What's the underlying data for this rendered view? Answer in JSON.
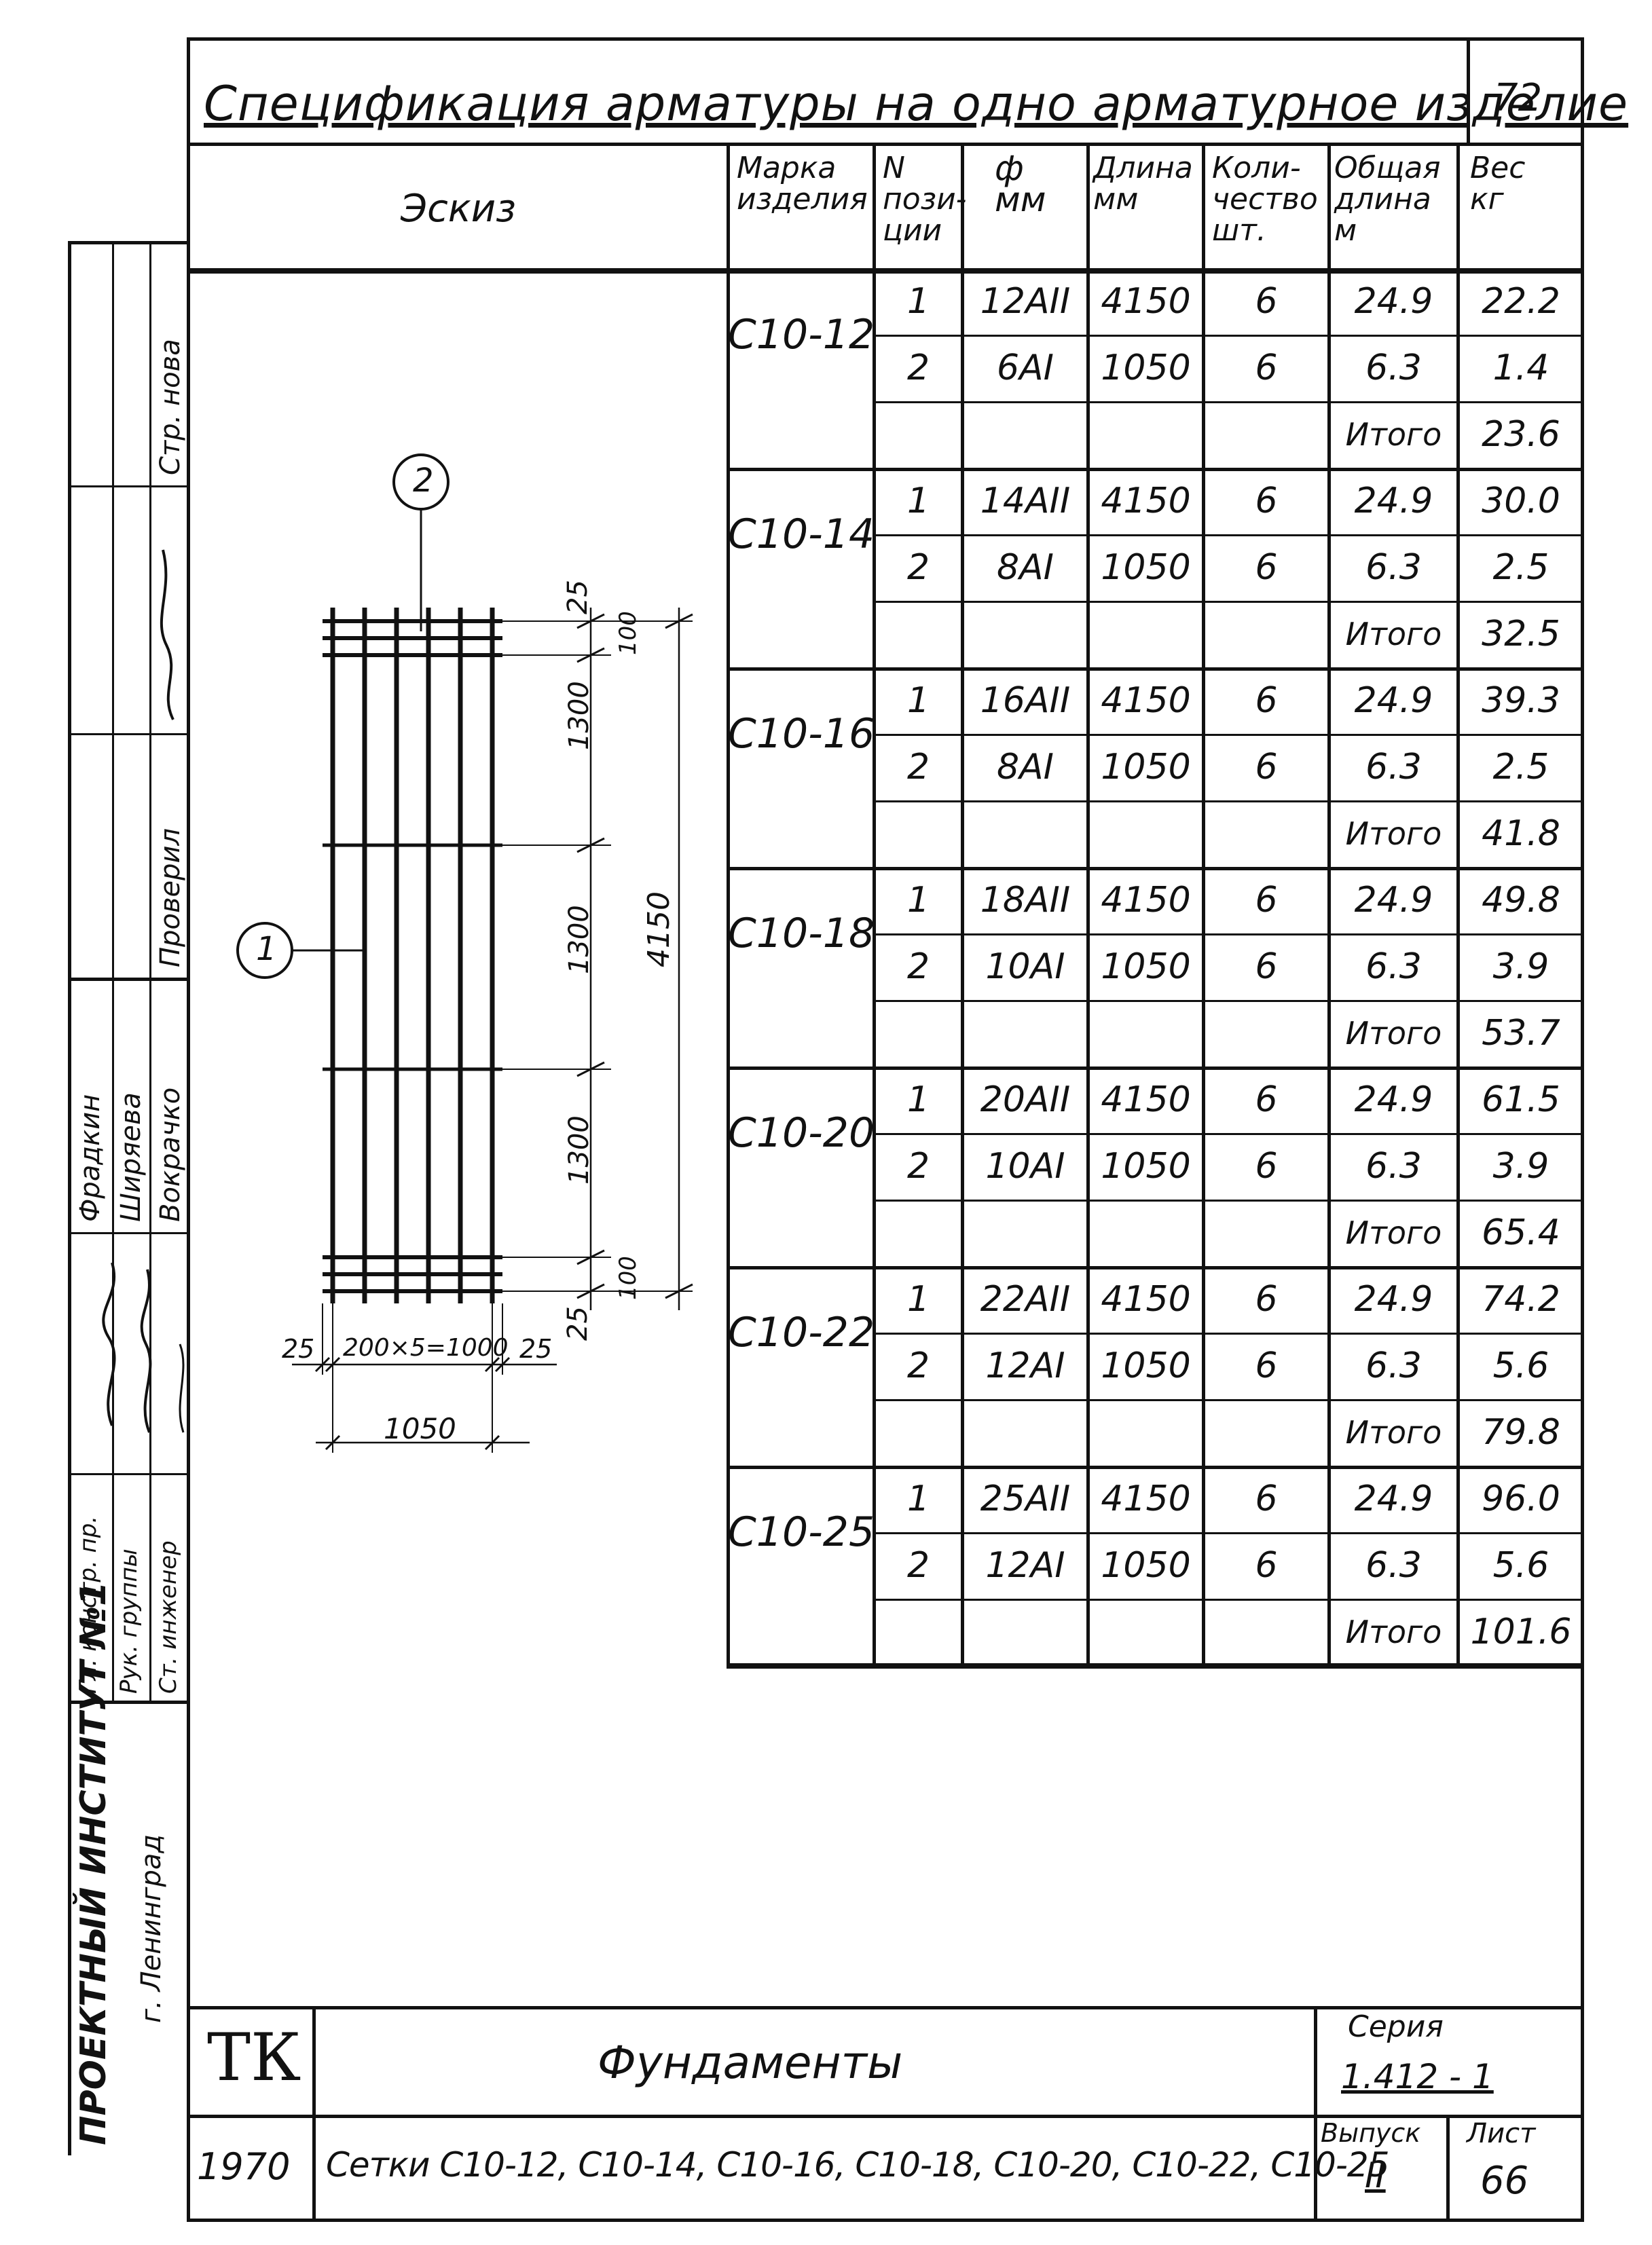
{
  "title": "Спецификация арматуры на одно арматурное изделие",
  "page_corner": "72",
  "header": {
    "sketch": "Эскиз",
    "mark": "Марка\nизделия",
    "position": "N\nпози-\nции",
    "diameter": "ф\nмм",
    "length": "Длина\nмм",
    "quantity": "Коли-\nчество\nшт.",
    "total_length": "Общая\nдлина\nм",
    "weight": "Вес\nкг"
  },
  "products": [
    {
      "mark": "С10-12",
      "rows": [
        {
          "pos": "1",
          "dia": "12АII",
          "len": "4150",
          "qty": "6",
          "total": "24.9",
          "w": "22.2"
        },
        {
          "pos": "2",
          "dia": "6АI",
          "len": "1050",
          "qty": "6",
          "total": "6.3",
          "w": "1.4"
        }
      ],
      "sum_label": "Итого",
      "sum": "23.6"
    },
    {
      "mark": "С10-14",
      "rows": [
        {
          "pos": "1",
          "dia": "14АII",
          "len": "4150",
          "qty": "6",
          "total": "24.9",
          "w": "30.0"
        },
        {
          "pos": "2",
          "dia": "8АI",
          "len": "1050",
          "qty": "6",
          "total": "6.3",
          "w": "2.5"
        }
      ],
      "sum_label": "Итого",
      "sum": "32.5"
    },
    {
      "mark": "С10-16",
      "rows": [
        {
          "pos": "1",
          "dia": "16АII",
          "len": "4150",
          "qty": "6",
          "total": "24.9",
          "w": "39.3"
        },
        {
          "pos": "2",
          "dia": "8АI",
          "len": "1050",
          "qty": "6",
          "total": "6.3",
          "w": "2.5"
        }
      ],
      "sum_label": "Итого",
      "sum": "41.8"
    },
    {
      "mark": "С10-18",
      "rows": [
        {
          "pos": "1",
          "dia": "18АII",
          "len": "4150",
          "qty": "6",
          "total": "24.9",
          "w": "49.8"
        },
        {
          "pos": "2",
          "dia": "10АI",
          "len": "1050",
          "qty": "6",
          "total": "6.3",
          "w": "3.9"
        }
      ],
      "sum_label": "Итого",
      "sum": "53.7"
    },
    {
      "mark": "С10-20",
      "rows": [
        {
          "pos": "1",
          "dia": "20АII",
          "len": "4150",
          "qty": "6",
          "total": "24.9",
          "w": "61.5"
        },
        {
          "pos": "2",
          "dia": "10АI",
          "len": "1050",
          "qty": "6",
          "total": "6.3",
          "w": "3.9"
        }
      ],
      "sum_label": "Итого",
      "sum": "65.4"
    },
    {
      "mark": "С10-22",
      "rows": [
        {
          "pos": "1",
          "dia": "22АII",
          "len": "4150",
          "qty": "6",
          "total": "24.9",
          "w": "74.2"
        },
        {
          "pos": "2",
          "dia": "12АI",
          "len": "1050",
          "qty": "6",
          "total": "6.3",
          "w": "5.6"
        }
      ],
      "sum_label": "Итого",
      "sum": "79.8"
    },
    {
      "mark": "С10-25",
      "rows": [
        {
          "pos": "1",
          "dia": "25АII",
          "len": "4150",
          "qty": "6",
          "total": "24.9",
          "w": "96.0"
        },
        {
          "pos": "2",
          "dia": "12АI",
          "len": "1050",
          "qty": "6",
          "total": "6.3",
          "w": "5.6"
        }
      ],
      "sum_label": "Итого",
      "sum": "101.6"
    }
  ],
  "sketch": {
    "callout_1": "1",
    "callout_2": "2",
    "dim_25_top": "25",
    "dim_100_top": "100",
    "dim_1300_a": "1300",
    "dim_1300_b": "1300",
    "dim_1300_c": "1300",
    "dim_4150": "4150",
    "dim_100_bottom": "100",
    "dim_25_bottom": "25",
    "dim_25_left": "25",
    "dim_200x5": "200×5=1000",
    "dim_25_right": "25",
    "dim_1050": "1050"
  },
  "left_strip": {
    "page_label": "Стр. нова",
    "checked": "Проверил",
    "names": [
      "Фрадкин",
      "Ширяева",
      "Вокрачко"
    ],
    "roles": [
      "Гл. констр. пр.",
      "Рук. группы",
      "Ст. инженер"
    ],
    "institute": "ПРОЕКТНЫЙ ИНСТИТУТ №1",
    "city": "г. Ленинград"
  },
  "stamp": {
    "code": "ТК",
    "year": "1970",
    "subject": "Фундаменты",
    "description": "Сетки С10-12, С10-14, С10-16, С10-18, С10-20, С10-22, С10-25",
    "series_label": "Серия",
    "series_value": "1.412 - 1",
    "issue_label": "Выпуск",
    "issue_value": "II",
    "sheet_label": "Лист",
    "sheet_value": "66"
  }
}
